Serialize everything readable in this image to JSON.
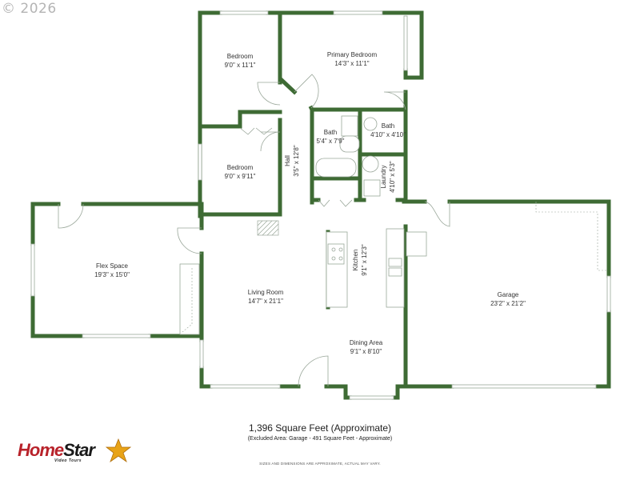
{
  "copyright": "© 2026",
  "colors": {
    "wall": "#3e6b34",
    "fixture": "#9aa79a",
    "logo_red": "#b8222a",
    "logo_gold": "#e8a317"
  },
  "rooms": {
    "bedroom_1": {
      "name": "Bedroom",
      "dim": "9'0\" x 11'1\""
    },
    "primary_bedroom": {
      "name": "Primary Bedroom",
      "dim": "14'3\" x 11'1\""
    },
    "bath_1": {
      "name": "Bath",
      "dim": "5'4\" x 7'9\""
    },
    "bath_2": {
      "name": "Bath",
      "dim": "4'10\" x 4'10\""
    },
    "laundry": {
      "name": "Laundry",
      "dim": "4'10\" x 5'3\""
    },
    "hall": {
      "name": "Hall",
      "dim": "3'5\" x 12'8\""
    },
    "bedroom_2": {
      "name": "Bedroom",
      "dim": "9'0\" x 9'11\""
    },
    "flex_space": {
      "name": "Flex Space",
      "dim": "19'3\" x 15'0\""
    },
    "kitchen": {
      "name": "Kitchen",
      "dim": "9'1\" x 12'3\""
    },
    "living_room": {
      "name": "Living Room",
      "dim": "14'7\" x 21'1\""
    },
    "dining_area": {
      "name": "Dining Area",
      "dim": "9'1\" x 8'10\""
    },
    "garage": {
      "name": "Garage",
      "dim": "23'2\" x 21'2\""
    }
  },
  "footer": {
    "total_area": "1,396 Square Feet (Approximate)",
    "excluded_area": "(Excluded Area: Garage - 491 Square Feet - Approximate)",
    "disclaimer": "SIZES AND DIMENSIONS ARE APPROXIMATE, ACTUAL MAY VARY."
  },
  "logo": {
    "brand_home": "Home",
    "brand_star": "Star",
    "tagline": "Video Tours",
    "icon": "star-icon"
  }
}
